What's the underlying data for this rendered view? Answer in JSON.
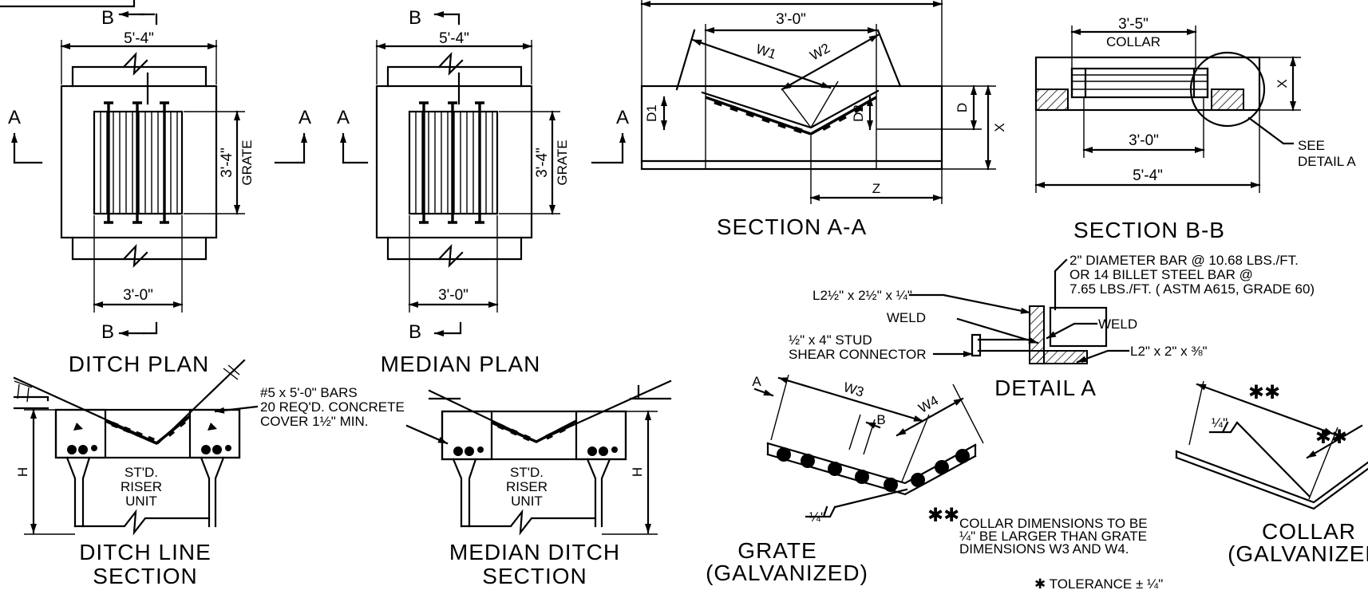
{
  "plans": {
    "ditch_title": "DITCH PLAN",
    "median_title": "MEDIAN PLAN",
    "width_dim": "5'-4\"",
    "grate_width_dim": "3'-0\"",
    "grate_len_dim": "3'-4\"",
    "grate_word": "GRATE",
    "section_mark_a": "A",
    "section_mark_b": "B"
  },
  "section_aa": {
    "title": "SECTION A-A",
    "dim_top": "3'-0\"",
    "w1": "W1",
    "w2": "W2",
    "d1": "D1",
    "d2": "D2",
    "d": "D",
    "x": "X",
    "z": "Z"
  },
  "section_bb": {
    "title": "SECTION B-B",
    "collar_dim": "3'-5\"",
    "collar_word": "COLLAR",
    "inner_dim": "3'-0\"",
    "outer_dim": "5'-4\"",
    "x": "X",
    "see": "SEE",
    "detail_ref": "DETAIL A"
  },
  "bar_note": {
    "line1": "2\" DIAMETER BAR @ 10.68 LBS./FT.",
    "line2": "OR   14 BILLET STEEL BAR @",
    "line3": "7.65 LBS./FT. ( ASTM A615, GRADE 60)"
  },
  "detail_a": {
    "title": "DETAIL A",
    "angle1": "L2½\" x 2½\" x ¼\"",
    "weld1": "WELD",
    "weld2": "WELD",
    "stud1": "½\" x 4\" STUD",
    "stud2": "SHEAR CONNECTOR",
    "angle2": "L2\" x 2\" x ⅜\""
  },
  "ditch_section": {
    "title1": "DITCH LINE",
    "title2": "SECTION",
    "riser1": "ST'D.",
    "riser2": "RISER",
    "riser3": "UNIT",
    "h": "H",
    "note1": "#5 x 5'-0\" BARS",
    "note2": "20 REQ'D. CONCRETE",
    "note3": "COVER 1½\" MIN."
  },
  "median_section": {
    "title1": "MEDIAN DITCH",
    "title2": "SECTION",
    "riser1": "ST'D.",
    "riser2": "RISER",
    "riser3": "UNIT",
    "h": "H"
  },
  "grate": {
    "title1": "GRATE",
    "title2": "(GALVANIZED)",
    "a": "A",
    "b": "B",
    "w3": "W3",
    "w4": "W4",
    "weld_size": "¼\""
  },
  "collar_note": {
    "stars": "✱✱",
    "line1": "COLLAR DIMENSIONS TO  BE",
    "line2": "¼\" BE LARGER THAN GRATE",
    "line3": "DIMENSIONS W3 AND W4."
  },
  "collar": {
    "title1": "COLLAR",
    "title2": "(GALVANIZED)",
    "stars_a": "✱✱",
    "stars_b": "✱✱",
    "weld_size": "¼\""
  },
  "tolerance": "✱ TOLERANCE  ± ¼\""
}
